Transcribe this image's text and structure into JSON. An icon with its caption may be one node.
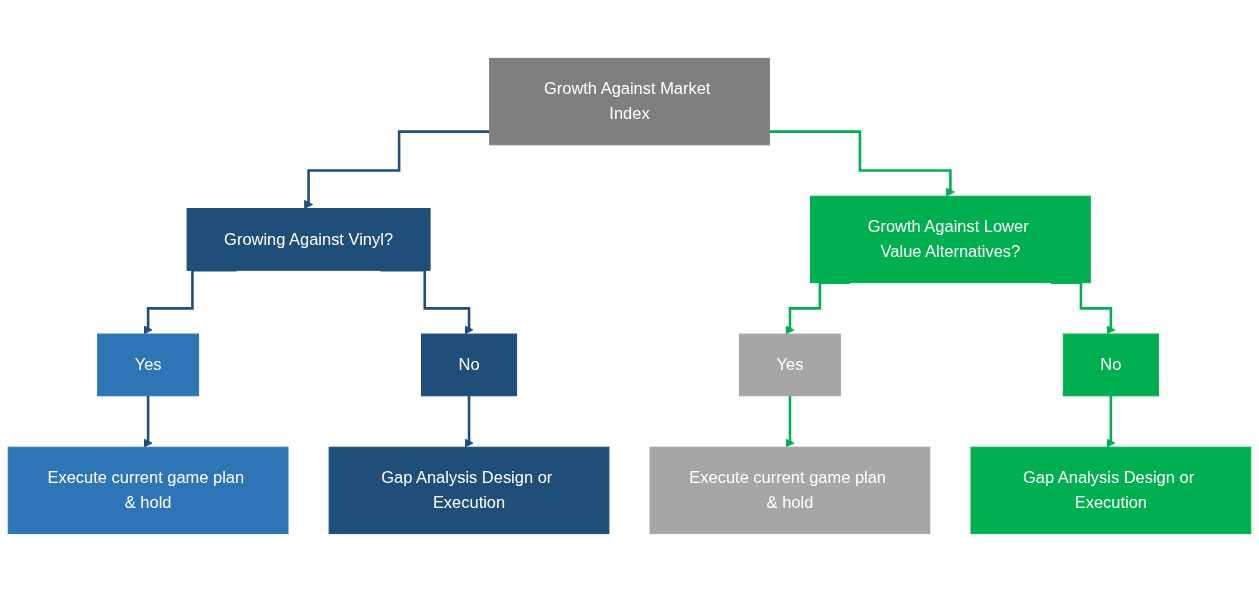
{
  "diagram": {
    "nodes": [
      {
        "text": [
          "Growth Against Market Index"
        ]
      },
      {
        "text": [
          "Growing Against Vinyl?"
        ]
      },
      {
        "text": [
          "Growth Against Lower Value Alternatives?"
        ]
      },
      {
        "text": [
          "Yes"
        ]
      },
      {
        "text": [
          "No"
        ]
      },
      {
        "text": [
          "Execute current game plan & hold"
        ]
      },
      {
        "text": [
          "Gap Analysis Design or Execution"
        ]
      },
      {
        "text": [
          "Yes"
        ]
      },
      {
        "text": [
          "No"
        ]
      },
      {
        "text": [
          "Execute current game plan & hold"
        ]
      },
      {
        "text": [
          "Gap Analysis Design or Execution"
        ]
      }
    ],
    "edges": [
      {
        "from": 0,
        "to": 1,
        "arrow": "to",
        "color": "#1f4e79"
      },
      {
        "from": 0,
        "to": 2,
        "arrow": "to",
        "color": "#00b050"
      },
      {
        "from": 1,
        "to": 3,
        "arrow": "to",
        "color": "#1f4e79"
      },
      {
        "from": 1,
        "to": 4,
        "arrow": "to",
        "color": "#1f4e79"
      },
      {
        "from": 2,
        "to": 7,
        "arrow": "to",
        "color": "#00b050"
      },
      {
        "from": 2,
        "to": 8,
        "arrow": "to",
        "color": "#00b050"
      },
      {
        "from": 3,
        "to": 5,
        "arrow": "to",
        "color": "#1f4e79"
      },
      {
        "from": 4,
        "to": 6,
        "arrow": "to",
        "color": "#1f4e79"
      },
      {
        "from": 7,
        "to": 9,
        "arrow": "to",
        "color": "#00b050"
      },
      {
        "from": 8,
        "to": 10,
        "arrow": "to",
        "color": "#00b050"
      }
    ]
  }
}
